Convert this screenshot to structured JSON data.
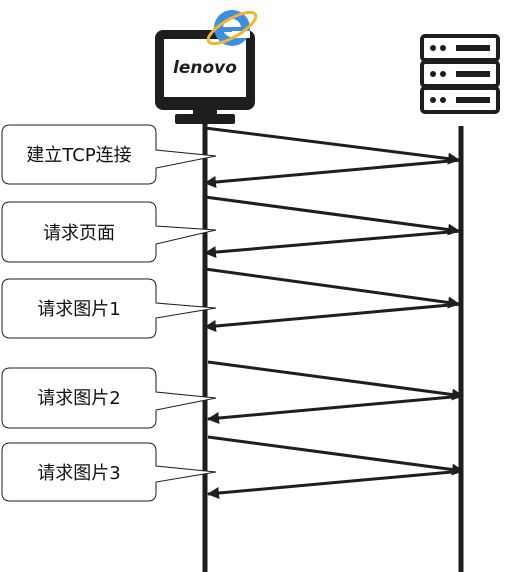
{
  "client": {
    "brand": "lenovo",
    "icon": "desktop-monitor-icon",
    "browser_icon": "internet-explorer-icon"
  },
  "server": {
    "icon": "server-rack-icon"
  },
  "steps": [
    {
      "label": "建立TCP连接"
    },
    {
      "label": "请求页面"
    },
    {
      "label": "请求图片1"
    },
    {
      "label": "请求图片2"
    },
    {
      "label": "请求图片3"
    }
  ],
  "colors": {
    "line": "#1e1e1e",
    "ie_blue": "#3a8fe0",
    "ie_ring": "#f2b531"
  }
}
